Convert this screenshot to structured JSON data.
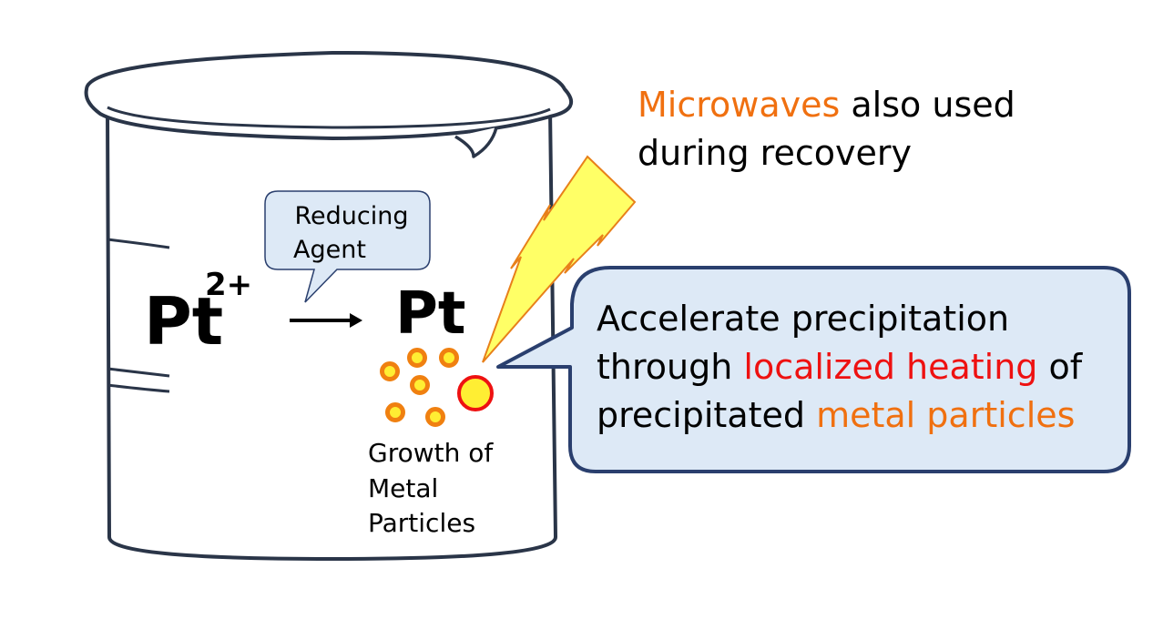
{
  "reaction": {
    "reactant": "Pt",
    "charge": "2+",
    "product": "Pt",
    "reducing_agent": [
      "Reducing",
      "Agent"
    ]
  },
  "particles_caption": [
    "Growth of",
    "Metal",
    "Particles"
  ],
  "microwaves_note": {
    "line1_highlight": "Microwaves",
    "line1_rest": " also used",
    "line2": "during recovery"
  },
  "callout": {
    "line1": "Accelerate precipitation",
    "line2_start": "through ",
    "line2_highlight": "localized heating",
    "line2_end": " of",
    "line3_start": "precipitated ",
    "line3_highlight": "metal particles"
  },
  "colors": {
    "red_text": "#ee1111",
    "orange_text": "#f07010",
    "beaker_stroke": "#2a3548",
    "callout_fill": "#dde9f6",
    "callout_stroke": "#2a3f6e",
    "bolt_fill": "#ffff66",
    "bolt_stroke": "#e8801a",
    "big_particle_fill": "#ffee33",
    "big_particle_stroke": "#ee1111",
    "small_particle_fill": "#ffee33",
    "small_particle_stroke": "#f08010"
  },
  "icons": {
    "beaker": "beaker-icon",
    "bolt": "lightning-bolt-icon",
    "arrow": "reaction-arrow-icon"
  }
}
